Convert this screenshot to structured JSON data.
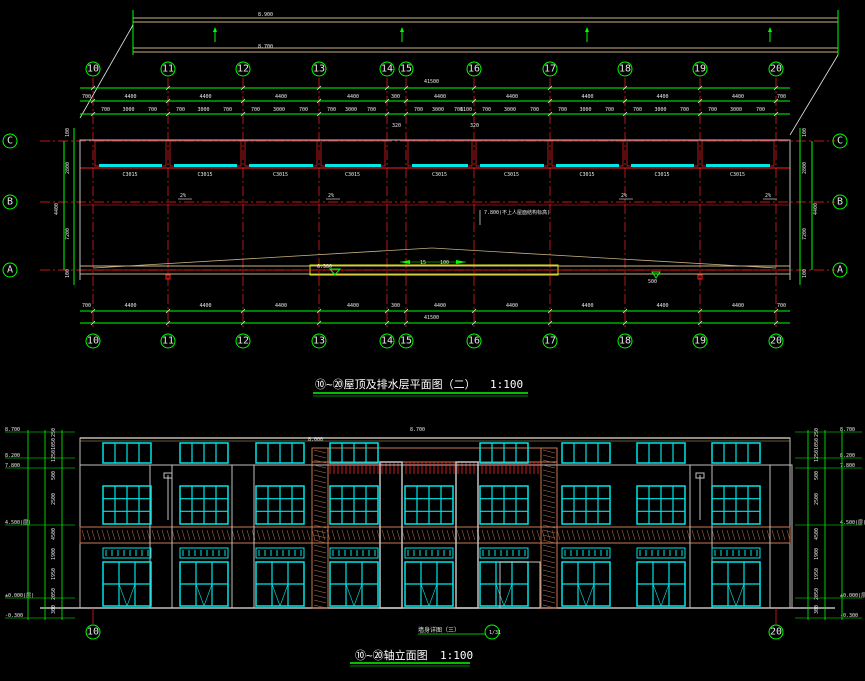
{
  "plan": {
    "top_axes": [
      "10",
      "11",
      "12",
      "13",
      "14",
      "15",
      "16",
      "17",
      "18",
      "19",
      "20"
    ],
    "bottom_axes": [
      "10",
      "11",
      "12",
      "13",
      "14",
      "15",
      "16",
      "17",
      "18",
      "19",
      "20"
    ],
    "row_axes": [
      "C",
      "B",
      "A"
    ],
    "elev_top_1": "8.900",
    "elev_top_2": "8.700",
    "total_top": "41500",
    "total_bottom": "41500",
    "dim_4400": "4400",
    "dim_700": "700",
    "dim_3000": "3000",
    "dim_300": "300",
    "dim_1100": "1100",
    "dim_320": "320",
    "win_label": "C3015",
    "slope_label": "2%",
    "note_7800": "7.800(不上人屋面结构标高)",
    "note_6300": "6.300",
    "dim_15": "15",
    "dim_100": "100",
    "dim_500": "500",
    "side_2800": "2800",
    "side_7200": "7200",
    "side_4400": "4400",
    "side_100": "100",
    "title": "⑩~⑳屋顶及排水层平面图（二）",
    "scale": "1:100"
  },
  "elevation": {
    "left_elevs": [
      "8.700",
      "8.200",
      "7.800",
      "4.500(层)",
      "±0.000(层)",
      "-0.300"
    ],
    "right_elevs": [
      "8.700",
      "8.200",
      "7.800",
      "4.500(层)",
      "±0.000(层)",
      "-0.300"
    ],
    "top_elev_mid": "8.700",
    "top_elev_left": "8.000",
    "side_dims": [
      "250",
      "1050",
      "1250",
      "500",
      "2500",
      "4500",
      "1900",
      "1950",
      "2050",
      "300"
    ],
    "axis_left": "10",
    "axis_right": "20",
    "detail_label": "墙身详图（三）",
    "detail_circle": "1/31",
    "title": "⑩~⑳轴立面图",
    "scale": "1:100"
  },
  "colors": {
    "background": "#000000",
    "dim_line": "#00ff00",
    "axis_line": "#ff2020",
    "window": "#00e5e5",
    "wall": "#c0c0c0",
    "brick": "#c87850",
    "text": "#e8e8e8",
    "roof_edge": "#c8b080",
    "yellow": "#e8e800"
  }
}
